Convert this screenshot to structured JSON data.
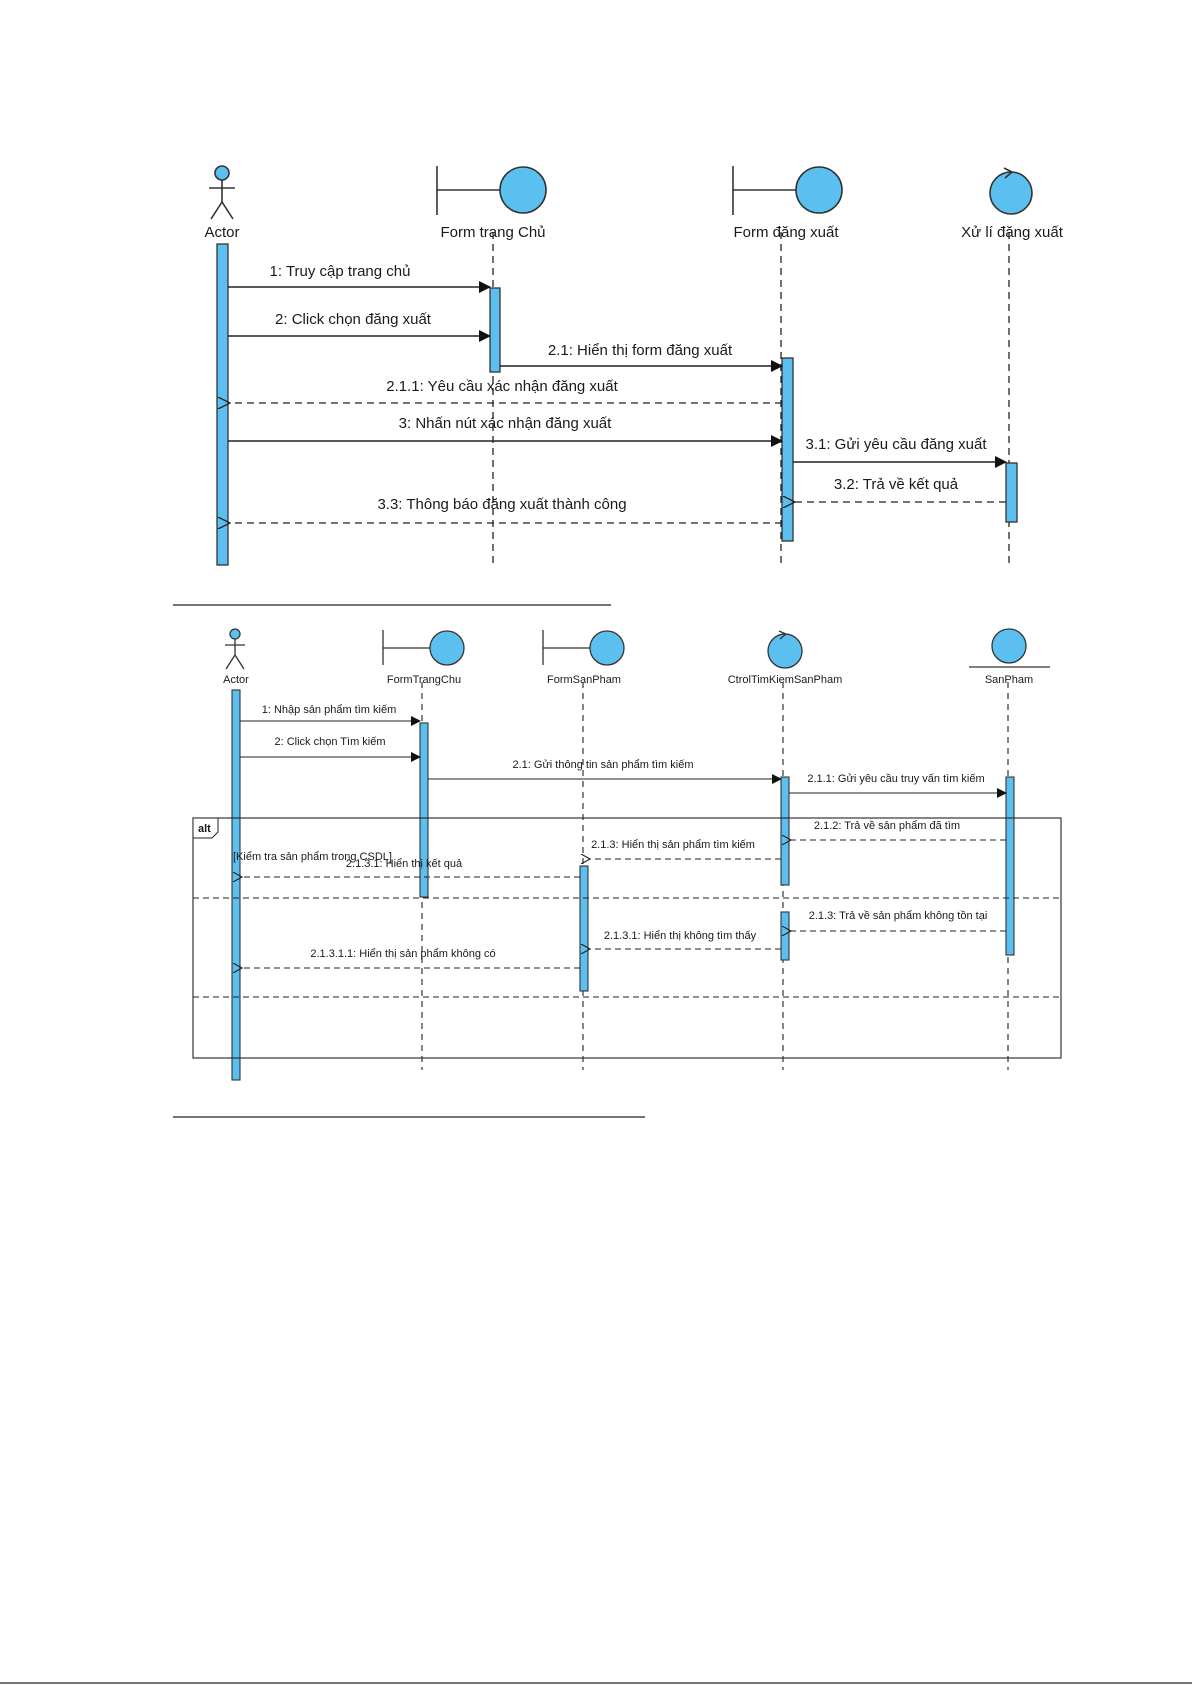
{
  "colors": {
    "fill": "#5bc0f0",
    "stroke": "#333333",
    "line": "#222222"
  },
  "diagram1": {
    "participants": [
      {
        "id": "actor",
        "name": "Actor",
        "kind": "actor"
      },
      {
        "id": "form-trang-chu",
        "name": "Form trang Chủ",
        "kind": "boundary"
      },
      {
        "id": "form-dang-xuat",
        "name": "Form đăng xuất",
        "kind": "boundary"
      },
      {
        "id": "xu-li-dang-xuat",
        "name": "Xử lí đăng xuất",
        "kind": "control"
      }
    ],
    "messages": [
      {
        "label": "1: Truy cập trang chủ",
        "from": "actor",
        "to": "form-trang-chu",
        "type": "sync"
      },
      {
        "label": "2: Click chọn đăng xuất",
        "from": "actor",
        "to": "form-trang-chu",
        "type": "sync"
      },
      {
        "label": "2.1: Hiển thị form đăng xuất",
        "from": "form-trang-chu",
        "to": "form-dang-xuat",
        "type": "sync"
      },
      {
        "label": "2.1.1: Yêu cầu xác nhận đăng xuất",
        "from": "form-dang-xuat",
        "to": "actor",
        "type": "return"
      },
      {
        "label": "3: Nhấn nút xác nhận đăng xuất",
        "from": "actor",
        "to": "form-dang-xuat",
        "type": "sync"
      },
      {
        "label": "3.1: Gửi yêu cầu đăng xuất",
        "from": "form-dang-xuat",
        "to": "xu-li-dang-xuat",
        "type": "sync"
      },
      {
        "label": "3.2: Trả về kết quả",
        "from": "xu-li-dang-xuat",
        "to": "form-dang-xuat",
        "type": "return"
      },
      {
        "label": "3.3: Thông báo đăng xuất thành công",
        "from": "form-dang-xuat",
        "to": "actor",
        "type": "return"
      }
    ]
  },
  "diagram2": {
    "participants": [
      {
        "id": "actor",
        "name": "Actor",
        "kind": "actor"
      },
      {
        "id": "form-trang-chu",
        "name": "FormTrangChu",
        "kind": "boundary"
      },
      {
        "id": "form-san-pham",
        "name": "FormSanPham",
        "kind": "boundary"
      },
      {
        "id": "ctrl-tim-kiem",
        "name": "CtrolTimKiemSanPham",
        "kind": "control"
      },
      {
        "id": "san-pham",
        "name": "SanPham",
        "kind": "entity"
      }
    ],
    "fragment": {
      "operator": "alt",
      "guard": "[Kiểm tra sản phẩm trong CSDL]"
    },
    "messages": [
      {
        "label": "1: Nhập sản phẩm tìm kiếm",
        "from": "actor",
        "to": "form-trang-chu",
        "type": "sync"
      },
      {
        "label": "2: Click chọn Tìm kiếm",
        "from": "actor",
        "to": "form-trang-chu",
        "type": "sync"
      },
      {
        "label": "2.1: Gửi thông tin sản phẩm tìm kiếm",
        "from": "form-trang-chu",
        "to": "ctrl-tim-kiem",
        "type": "sync"
      },
      {
        "label": "2.1.1: Gửi yêu cầu truy vấn tìm kiếm",
        "from": "ctrl-tim-kiem",
        "to": "san-pham",
        "type": "sync"
      },
      {
        "label": "2.1.2: Trả về sản phẩm đã tìm",
        "from": "san-pham",
        "to": "ctrl-tim-kiem",
        "type": "return"
      },
      {
        "label": "2.1.3: Hiển thị sản phẩm tìm kiếm",
        "from": "ctrl-tim-kiem",
        "to": "form-san-pham",
        "type": "return"
      },
      {
        "label": "2.1.3.1: Hiển thị kết quả",
        "from": "form-san-pham",
        "to": "actor",
        "type": "return"
      },
      {
        "label": "2.1.3: Trả về sản phẩm không tồn tại",
        "from": "san-pham",
        "to": "ctrl-tim-kiem",
        "type": "return"
      },
      {
        "label": "2.1.3.1: Hiển thị không tìm thấy",
        "from": "ctrl-tim-kiem",
        "to": "form-san-pham",
        "type": "return"
      },
      {
        "label": "2.1.3.1.1: Hiển thị sản phẩm không có",
        "from": "form-san-pham",
        "to": "actor",
        "type": "return"
      }
    ]
  }
}
